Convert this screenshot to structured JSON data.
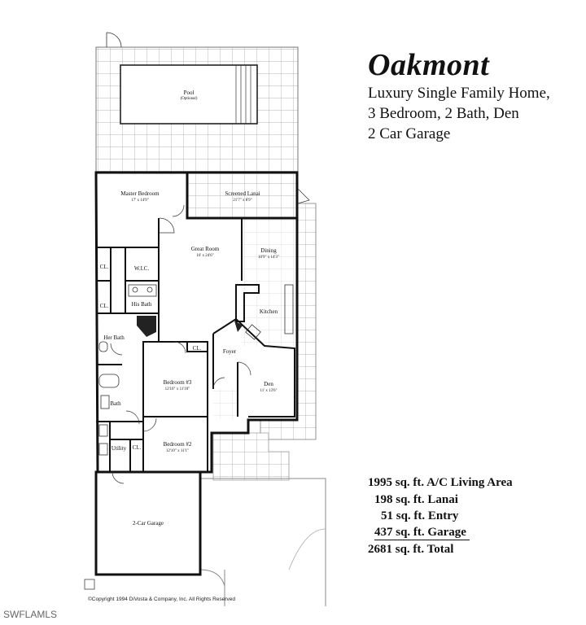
{
  "header": {
    "model_name": "Oakmont",
    "line1": "Luxury Single Family Home,",
    "line2": "3 Bedroom, 2 Bath, Den",
    "line3": "2 Car Garage"
  },
  "areas": [
    {
      "sqft": "1995",
      "label": "sq. ft. A/C Living Area"
    },
    {
      "sqft": "198",
      "label": "sq. ft. Lanai"
    },
    {
      "sqft": "51",
      "label": "sq. ft. Entry"
    },
    {
      "sqft": "437",
      "label": "sq. ft. Garage"
    }
  ],
  "total": {
    "sqft": "2681",
    "label": "sq. ft. Total"
  },
  "rooms": {
    "pool": "Pool",
    "pool_note": "(Optional)",
    "master_bedroom": "Master Bedroom",
    "master_bedroom_dim": "17' x 14'9\"",
    "screened_lanai": "Screened Lanai",
    "screened_lanai_dim": "21'7\" x 8'9\"",
    "great_room": "Great Room",
    "great_room_dim": "16' x 24'6\"",
    "dining": "Dining",
    "dining_dim": "10'9\" x 14'3\"",
    "kitchen": "Kitchen",
    "wic": "W.I.C.",
    "his_bath": "His Bath",
    "her_bath": "Her Bath",
    "cl_1": "CL.",
    "cl_2": "CL.",
    "cl_3": "CL.",
    "cl_4": "CL.",
    "foyer": "Foyer",
    "den": "Den",
    "den_dim": "11' x 13'6\"",
    "bedroom3": "Bedroom #3",
    "bedroom3_dim": "12'10\" x 11'10\"",
    "bath": "Bath",
    "utility": "Utility",
    "bedroom2": "Bedroom #2",
    "bedroom2_dim": "12'10\" x 11'1\"",
    "garage": "2-Car Garage"
  },
  "copyright": "©Copyright 1994 DiVosta & Company, Inc. All Rights Reserved",
  "watermark": "SWFLAMLS"
}
